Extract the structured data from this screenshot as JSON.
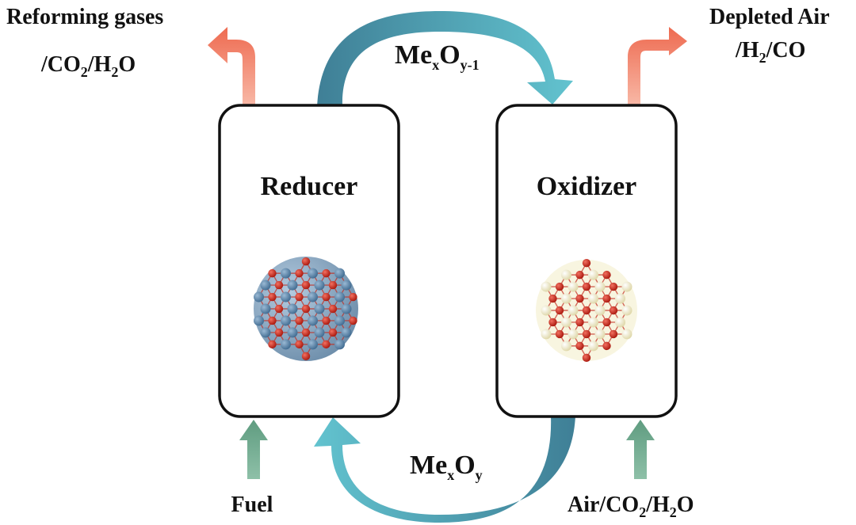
{
  "colors": {
    "loop_dark": "#3f7f96",
    "loop_light": "#62c3cf",
    "outlet_arrow": "#ee6a50",
    "inlet_arrow": "#6aa68a",
    "reducer_metal": "#5e88ae",
    "oxygen": "#d42a1c",
    "oxidizer_metal": "#f3efc8"
  },
  "reducer": {
    "label": "Reducer"
  },
  "oxidizer": {
    "label": "Oxidizer"
  },
  "top_loop": {
    "base": "Me",
    "sub1": "x",
    "mid": "O",
    "sub2": "y-1"
  },
  "bottom_loop": {
    "base": "Me",
    "sub1": "x",
    "mid": "O",
    "sub2": "y"
  },
  "reducer_out": {
    "line1": "Reforming gases",
    "line2": {
      "a": "/CO",
      "sub_a": "2",
      "b": "/H",
      "sub_b": "2",
      "c": "O"
    }
  },
  "oxidizer_out": {
    "line1": "Depleted Air",
    "line2": {
      "a": "/H",
      "sub_a": "2",
      "b": "/CO"
    }
  },
  "reducer_in": {
    "label": "Fuel"
  },
  "oxidizer_in": {
    "a": "Air/CO",
    "sub_a": "2",
    "b": "/H",
    "sub_b": "2",
    "c": "O"
  }
}
